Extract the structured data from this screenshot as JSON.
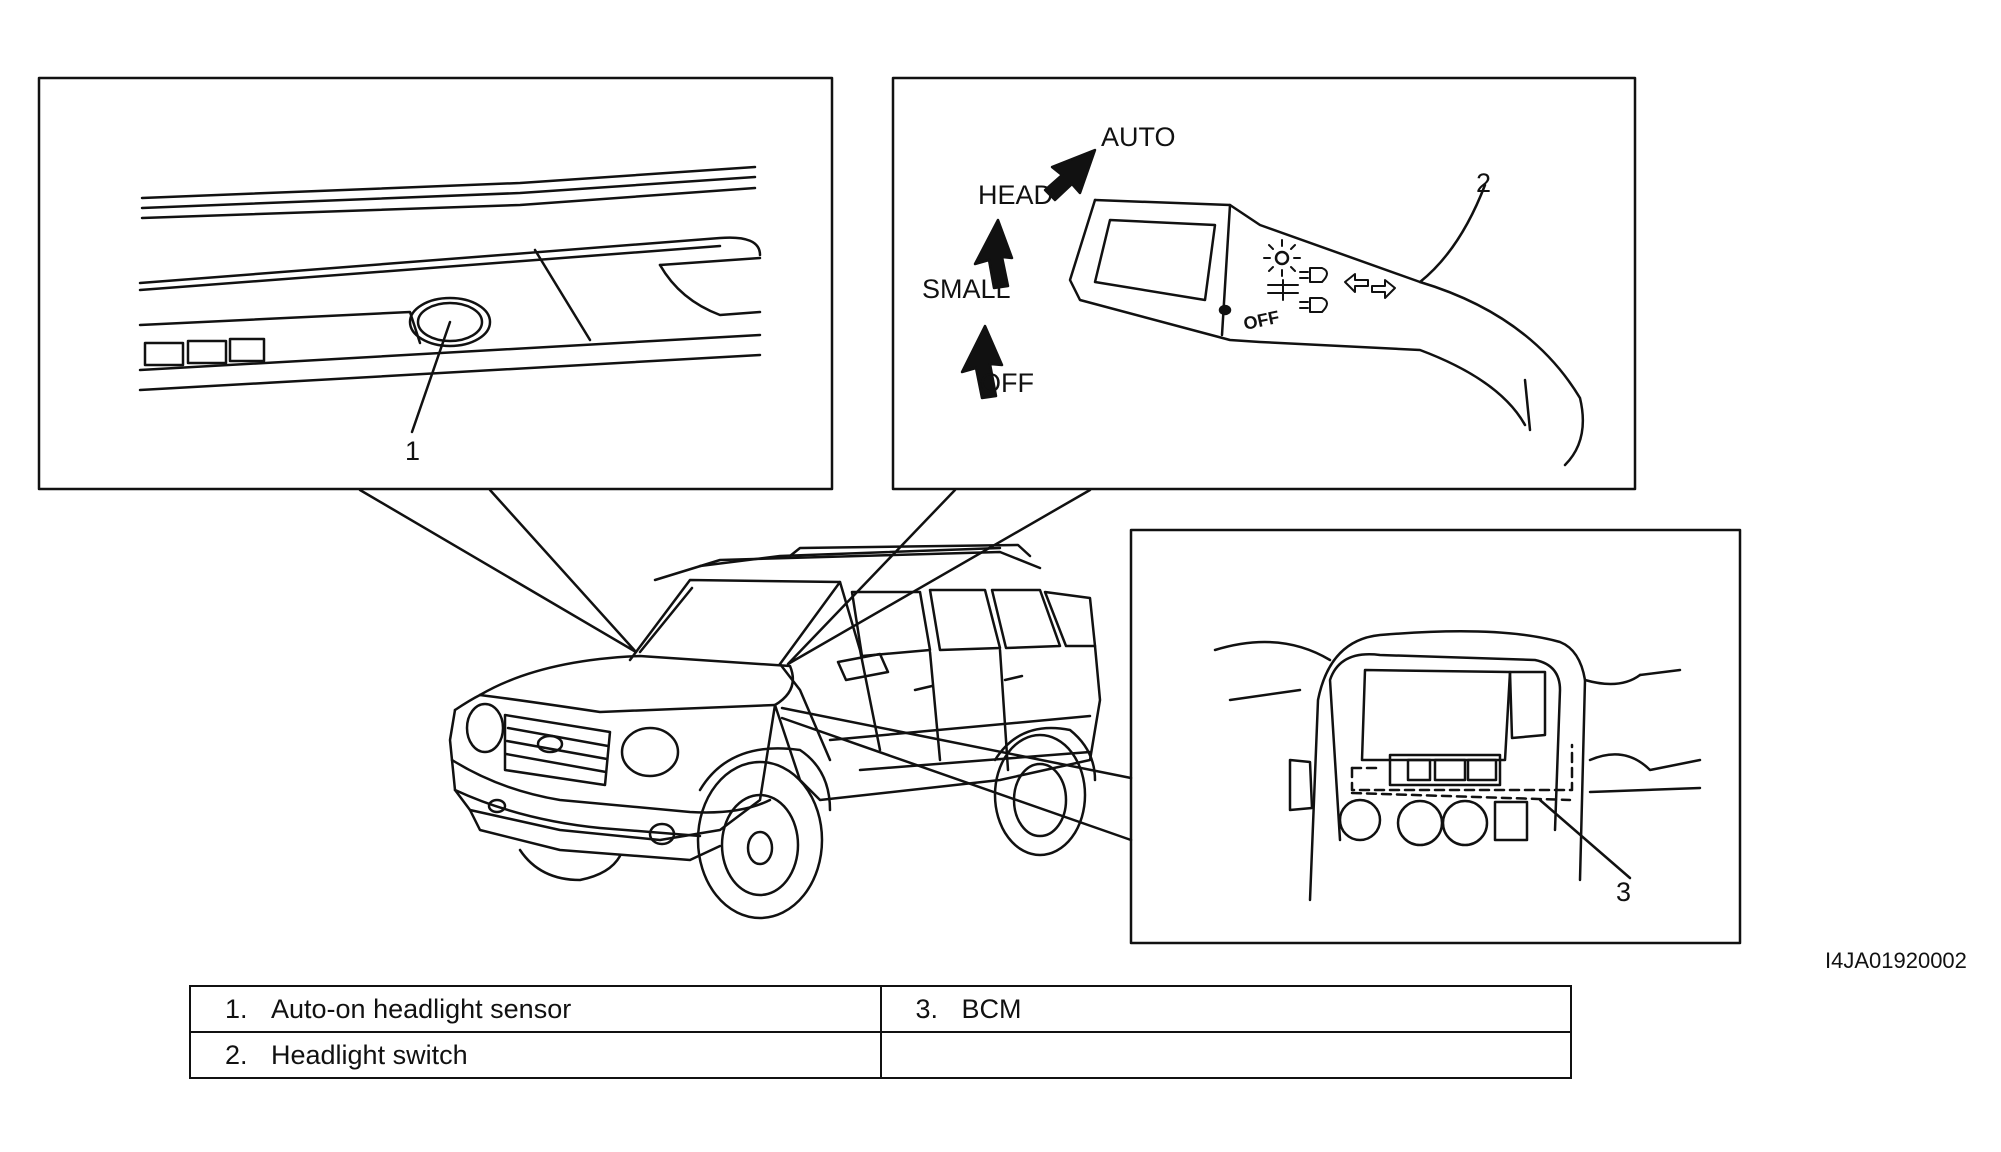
{
  "diagram": {
    "callouts": {
      "c1": "1",
      "c2": "2",
      "c3": "3"
    },
    "switch_positions": {
      "off": "OFF",
      "small": "SMALL",
      "head": "HEAD",
      "auto": "AUTO"
    },
    "stalk_marking": "OFF",
    "figure_code": "I4JA01920002"
  },
  "legend": {
    "rows": [
      [
        {
          "num": "1.",
          "text": "Auto-on headlight sensor"
        },
        {
          "num": "3.",
          "text": "BCM"
        }
      ],
      [
        {
          "num": "2.",
          "text": "Headlight switch"
        },
        {
          "num": "",
          "text": ""
        }
      ]
    ]
  }
}
